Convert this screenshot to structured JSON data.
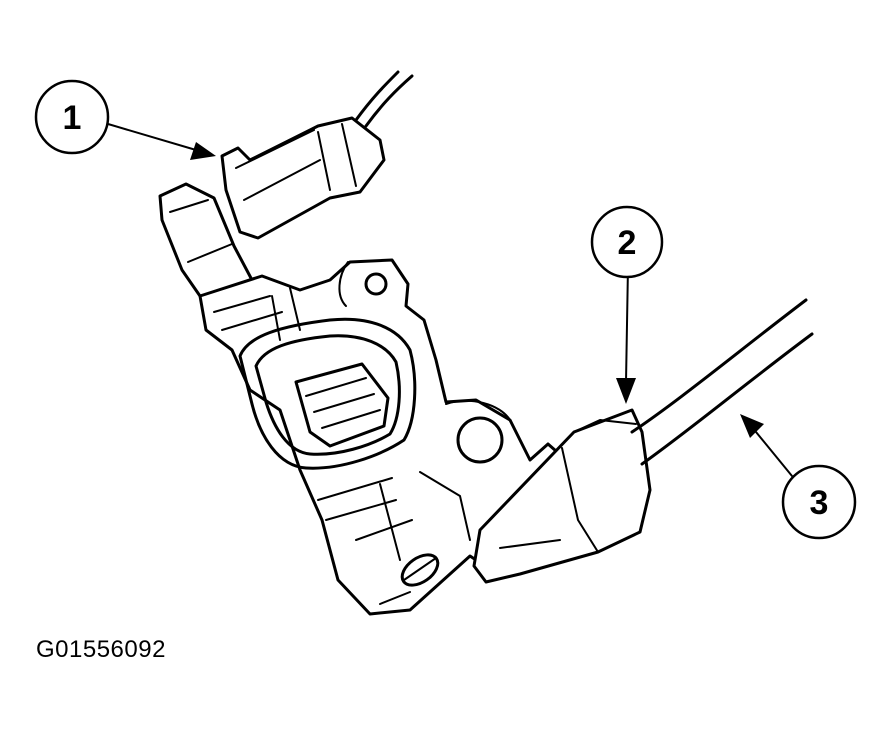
{
  "callouts": [
    {
      "id": "1",
      "label": "1"
    },
    {
      "id": "2",
      "label": "2"
    },
    {
      "id": "3",
      "label": "3"
    }
  ],
  "figure_id": "G01556092",
  "colors": {
    "line": "#000000",
    "background": "#ffffff"
  }
}
